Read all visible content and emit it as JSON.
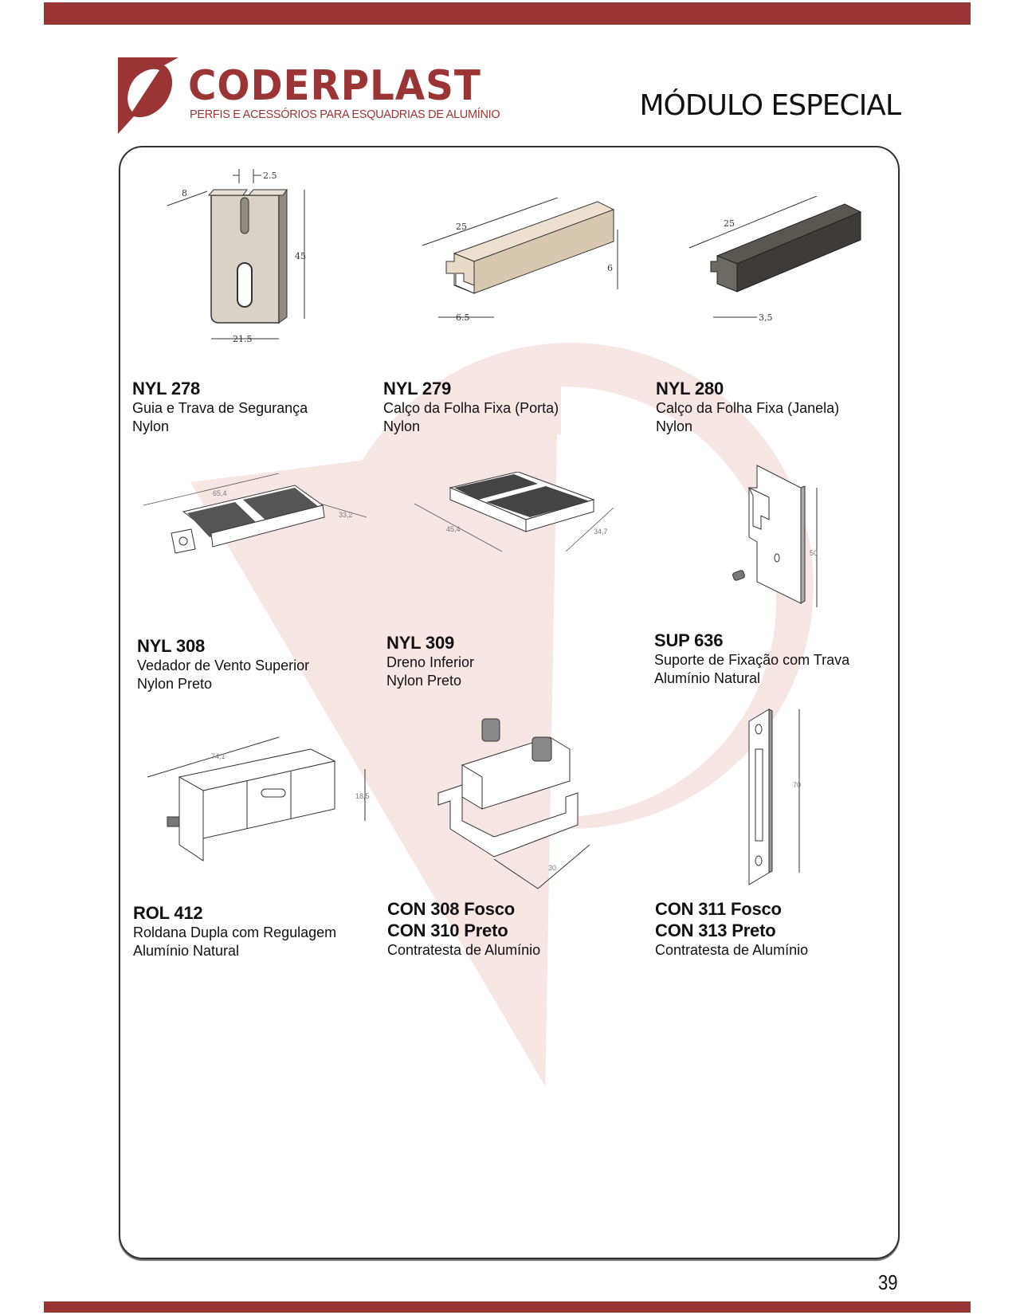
{
  "header": {
    "brand": "CODERPLAST",
    "tagline": "PERFIS E ACESSÓRIOS PARA ESQUADRIAS DE ALUMÍNIO",
    "section_title": "MÓDULO ESPECIAL"
  },
  "colors": {
    "brand": "#9b3535",
    "watermark": "#f3dcd8"
  },
  "products": [
    {
      "code": "NYL 278",
      "lines": [
        "Guia e Trava de Segurança",
        "Nylon"
      ],
      "dims": [
        "2.5",
        "8",
        "45",
        "21.5"
      ]
    },
    {
      "code": "NYL 279",
      "lines": [
        "Calço da Folha Fixa (Porta)",
        "Nylon"
      ],
      "dims": [
        "25",
        "6",
        "6.5"
      ]
    },
    {
      "code": "NYL 280",
      "lines": [
        "Calço da Folha Fixa (Janela)",
        "Nylon"
      ],
      "dims": [
        "25",
        "3,5"
      ]
    },
    {
      "code": "NYL 308",
      "lines": [
        "Vedador de Vento Superior",
        "Nylon Preto"
      ],
      "dims": [
        "65,4",
        "33,2"
      ]
    },
    {
      "code": "NYL 309",
      "lines": [
        "Dreno Inferior",
        "Nylon Preto"
      ],
      "dims": [
        "45,4",
        "34,7"
      ]
    },
    {
      "code": "SUP 636",
      "lines": [
        "Suporte de Fixação com Trava",
        "Alumínio Natural"
      ],
      "dims": [
        "50"
      ]
    },
    {
      "code": "ROL 412",
      "lines": [
        "Roldana Dupla com Regulagem",
        "Alumínio Natural"
      ],
      "dims": [
        "74,1",
        "18,5"
      ]
    },
    {
      "code": "CON 308 Fosco",
      "code2": "CON 310 Preto",
      "lines": [
        "Contratesta de Alumínio"
      ],
      "dims": [
        "30"
      ]
    },
    {
      "code": "CON 311 Fosco",
      "code2": "CON 313 Preto",
      "lines": [
        "Contratesta de Alumínio"
      ],
      "dims": [
        "70"
      ]
    }
  ],
  "footer": {
    "page_number": "39"
  }
}
